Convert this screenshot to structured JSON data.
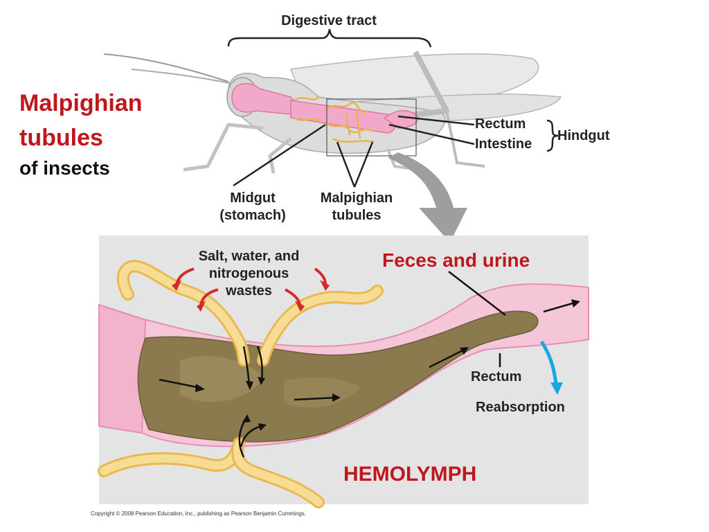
{
  "title": {
    "line1": "Malpighian",
    "line2": "tubules",
    "line3": "of insects"
  },
  "labels": {
    "digestive_tract": "Digestive tract",
    "rectum_top": "Rectum",
    "intestine": "Intestine",
    "hindgut": "Hindgut",
    "midgut_line1": "Midgut",
    "midgut_line2": "(stomach)",
    "malpighian_line1": "Malpighian",
    "malpighian_line2": "tubules",
    "salt_line1": "Salt, water, and",
    "salt_line2": "nitrogenous",
    "salt_line3": "wastes",
    "feces_urine": "Feces and urine",
    "rectum_bottom": "Rectum",
    "reabsorption": "Reabsorption",
    "hemolymph": "HEMOLYMPH"
  },
  "copyright": "Copyright © 2008 Pearson Education, Inc., publishing as Pearson Benjamin Cummings.",
  "colors": {
    "title_red": "#c0171c",
    "gut_pink": "#f2a9c9",
    "tubule_yellow": "#f4d58c",
    "feces_brown": "#8a7a4e",
    "reabsorption_blue": "#1aa6e0",
    "red_arrow": "#d42a2a"
  }
}
